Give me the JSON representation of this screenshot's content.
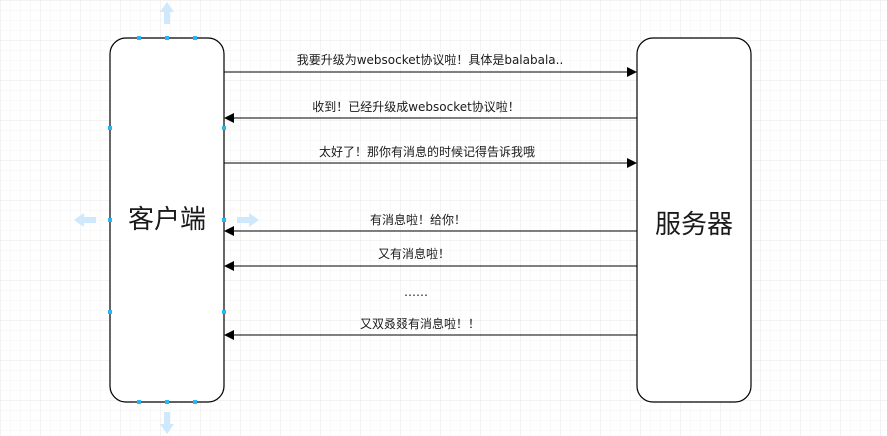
{
  "diagram": {
    "nodes": [
      {
        "id": "client",
        "label": "客户端"
      },
      {
        "id": "server",
        "label": "服务器"
      }
    ],
    "messages": [
      {
        "from": "client",
        "to": "server",
        "label": "我要升级为websocket协议啦！具体是balabala.."
      },
      {
        "from": "server",
        "to": "client",
        "label": "收到！已经升级成websocket协议啦！"
      },
      {
        "from": "client",
        "to": "server",
        "label": "太好了！那你有消息的时候记得告诉我哦"
      },
      {
        "from": "server",
        "to": "client",
        "label": "有消息啦！给你！"
      },
      {
        "from": "server",
        "to": "client",
        "label": "又有消息啦！"
      },
      {
        "from": null,
        "to": null,
        "label": "……"
      },
      {
        "from": "server",
        "to": "client",
        "label": "又双叒叕有消息啦！！"
      }
    ]
  },
  "colors": {
    "grid": "#ececec",
    "line": "#000000",
    "handle": "#29b6f6",
    "hint": "#cfe8fb"
  }
}
